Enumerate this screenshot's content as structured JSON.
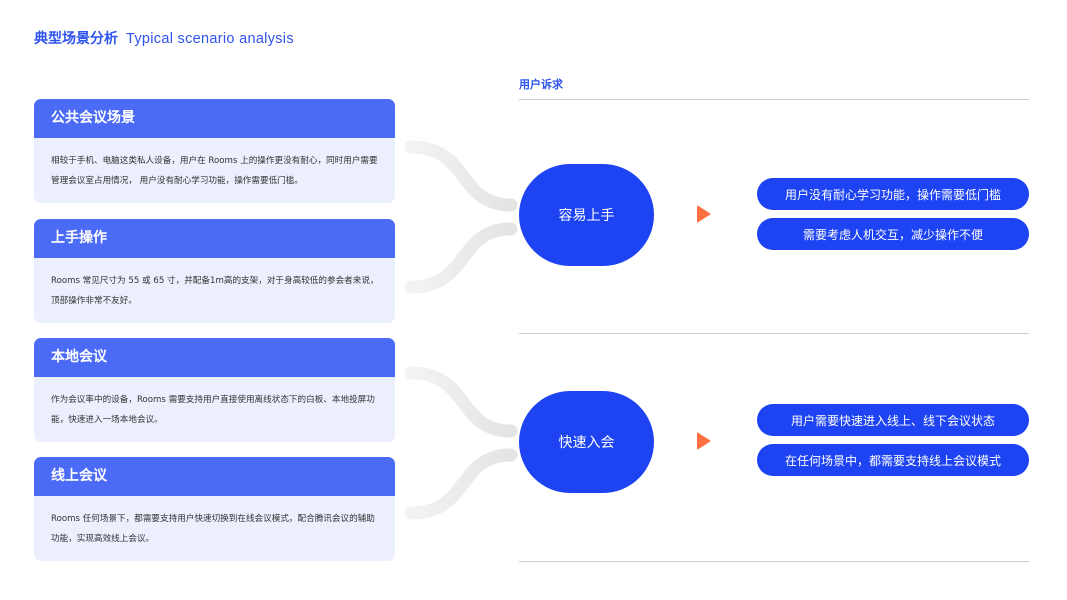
{
  "header": {
    "title_cn": "典型场景分析",
    "title_en": "Typical scenario analysis"
  },
  "cards": [
    {
      "title": "公共会议场景",
      "body": "相较于手机、电脑这类私人设备，用户在 Rooms 上的操作更没有耐心，同时用户需要管理会议室占用情况， 用户没有耐心学习功能，操作需要低门槛。"
    },
    {
      "title": "上手操作",
      "body": "Rooms 常见尺寸为 55 或 65 寸，并配备1m高的支架，对于身高较低的参会者来说，顶部操作非常不友好。"
    },
    {
      "title": "本地会议",
      "body": "作为会议率中的设备，Rooms 需要支持用户直接使用离线状态下的白板、本地投屏功能，快速进入一场本地会议。"
    },
    {
      "title": "线上会议",
      "body": "Rooms 任何场景下，都需要支持用户快速切换到在线会议模式，配合腾讯会议的辅助功能，实现高效线上会议。"
    }
  ],
  "needs": {
    "label": "用户诉求",
    "groups": [
      {
        "name": "容易上手",
        "items": [
          "用户没有耐心学习功能，操作需要低门槛",
          "需要考虑人机交互，减少操作不便"
        ]
      },
      {
        "name": "快速入会",
        "items": [
          "用户需要快速进入线上、线下会议状态",
          "在任何场景中，都需要支持线上会议模式"
        ]
      }
    ]
  },
  "colors": {
    "accent": "#2F54EB",
    "card_header": "#4B6BF7",
    "card_body": "#ECEFFE",
    "blob": "#1E43F2",
    "arrow": "#FF7043"
  },
  "icons": {
    "arrow": "play-triangle-icon"
  }
}
